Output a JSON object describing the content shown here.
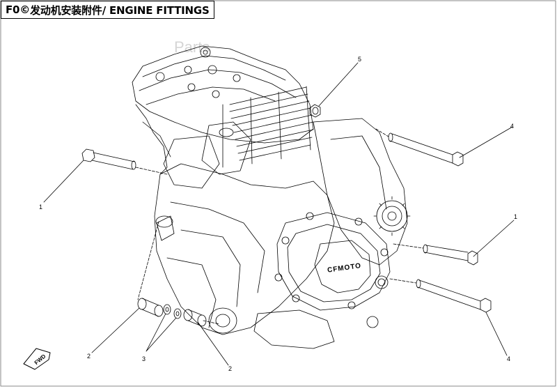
{
  "title": {
    "code": "F0©",
    "text": "发动机安装附件/ ENGINE FITTINGS"
  },
  "watermark": "Parts",
  "engine_brand": "CFMOTO",
  "fwd_label": "FWD",
  "callouts": [
    {
      "id": "c1-left",
      "label": "1"
    },
    {
      "id": "c1-right",
      "label": "1"
    },
    {
      "id": "c2-left",
      "label": "2"
    },
    {
      "id": "c2-right",
      "label": "2"
    },
    {
      "id": "c3",
      "label": "3"
    },
    {
      "id": "c4-top",
      "label": "4"
    },
    {
      "id": "c4-bottom",
      "label": "4"
    },
    {
      "id": "c5",
      "label": "5"
    }
  ],
  "colors": {
    "line": "#000000",
    "background": "#ffffff",
    "frame": "#888888"
  }
}
